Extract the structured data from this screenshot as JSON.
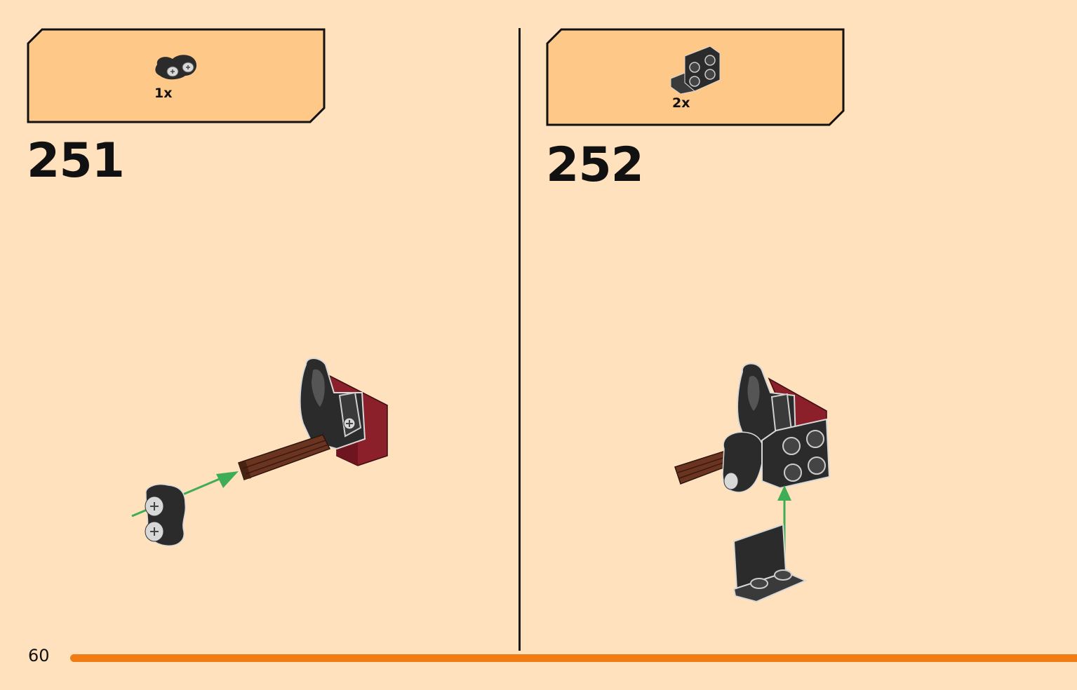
{
  "page_number": "60",
  "progress": 1.0,
  "colors": {
    "background": "#ffe2bd",
    "parts_box": "#fec888",
    "progress_bar": "#f07c13",
    "arrow": "#3fad56",
    "dark_red": "#8b1f2a",
    "brown_axle": "#6a3420",
    "black_part": "#2b2b2b"
  },
  "steps": [
    {
      "number": "251",
      "parts": [
        {
          "quantity": "1x",
          "icon": "double-pin-connector-icon"
        }
      ],
      "illustration": "assembly-step-251-icon"
    },
    {
      "number": "252",
      "parts": [
        {
          "quantity": "2x",
          "icon": "angle-bracket-plate-icon"
        }
      ],
      "illustration": "assembly-step-252-icon"
    }
  ]
}
